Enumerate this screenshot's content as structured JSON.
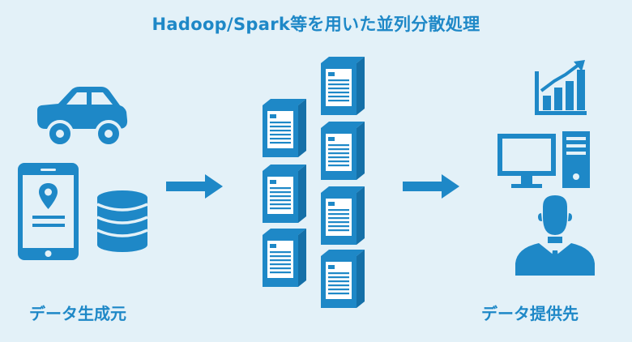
{
  "title": "Hadoop/Spark等を用いた並列分散処理",
  "source_label": "データ生成元",
  "destination_label": "データ提供先",
  "colors": {
    "background": "#e3f1f8",
    "primary": "#1e88c7",
    "white": "#ffffff"
  },
  "icons": {
    "source": [
      "car-icon",
      "smartphone-map-pin-icon",
      "database-icon"
    ],
    "cluster": [
      "server-icon"
    ],
    "destination": [
      "bar-chart-icon",
      "desktop-computer-icon",
      "person-icon"
    ]
  }
}
